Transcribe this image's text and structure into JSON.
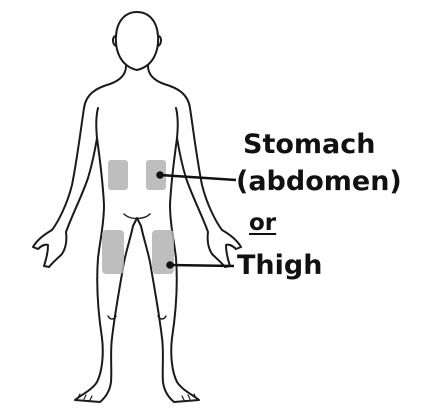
{
  "labels": {
    "stomach": "Stomach",
    "abdomen": "(abdomen)",
    "or": "or",
    "thigh": "Thigh"
  },
  "colors": {
    "outline": "#1a1a1a",
    "site_shading": "#b3b3b3",
    "text": "#111111"
  },
  "icons": [
    "human-body-outline-icon"
  ]
}
